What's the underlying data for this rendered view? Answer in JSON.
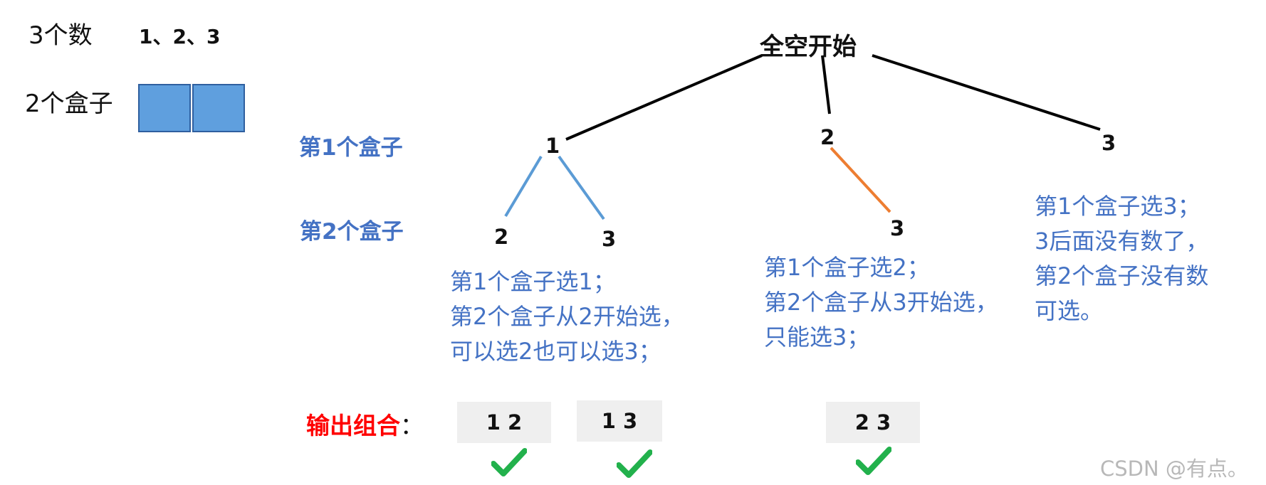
{
  "header": {
    "count_label": "3个数",
    "numbers": "1、2、3",
    "boxes_label": "2个盒子"
  },
  "levels": {
    "box1": "第1个盒子",
    "box2": "第2个盒子"
  },
  "tree": {
    "root": "全空开始",
    "level1": [
      "1",
      "2",
      "3"
    ],
    "level2_under_1": [
      "2",
      "3"
    ],
    "level2_under_2": [
      "3"
    ]
  },
  "descriptions": {
    "branch1": [
      "第1个盒子选1；",
      "第2个盒子从2开始选，",
      "可以选2也可以选3；"
    ],
    "branch2": [
      "第1个盒子选2；",
      "第2个盒子从3开始选，",
      "只能选3；"
    ],
    "branch3": [
      "第1个盒子选3；",
      "3后面没有数了，",
      "第2个盒子没有数",
      "可选。"
    ]
  },
  "output": {
    "label": "输出组合",
    "colon": "：",
    "combos": [
      "1 2",
      "1 3",
      "2 3"
    ]
  },
  "colors": {
    "blue_text": "#4472c4",
    "red_label": "#ff0000",
    "blue_edge": "#5b9bd5",
    "orange_edge": "#ed7d31",
    "check_green": "#22b14c",
    "box_fill": "#5f9fde"
  },
  "watermark": "CSDN @有点。"
}
